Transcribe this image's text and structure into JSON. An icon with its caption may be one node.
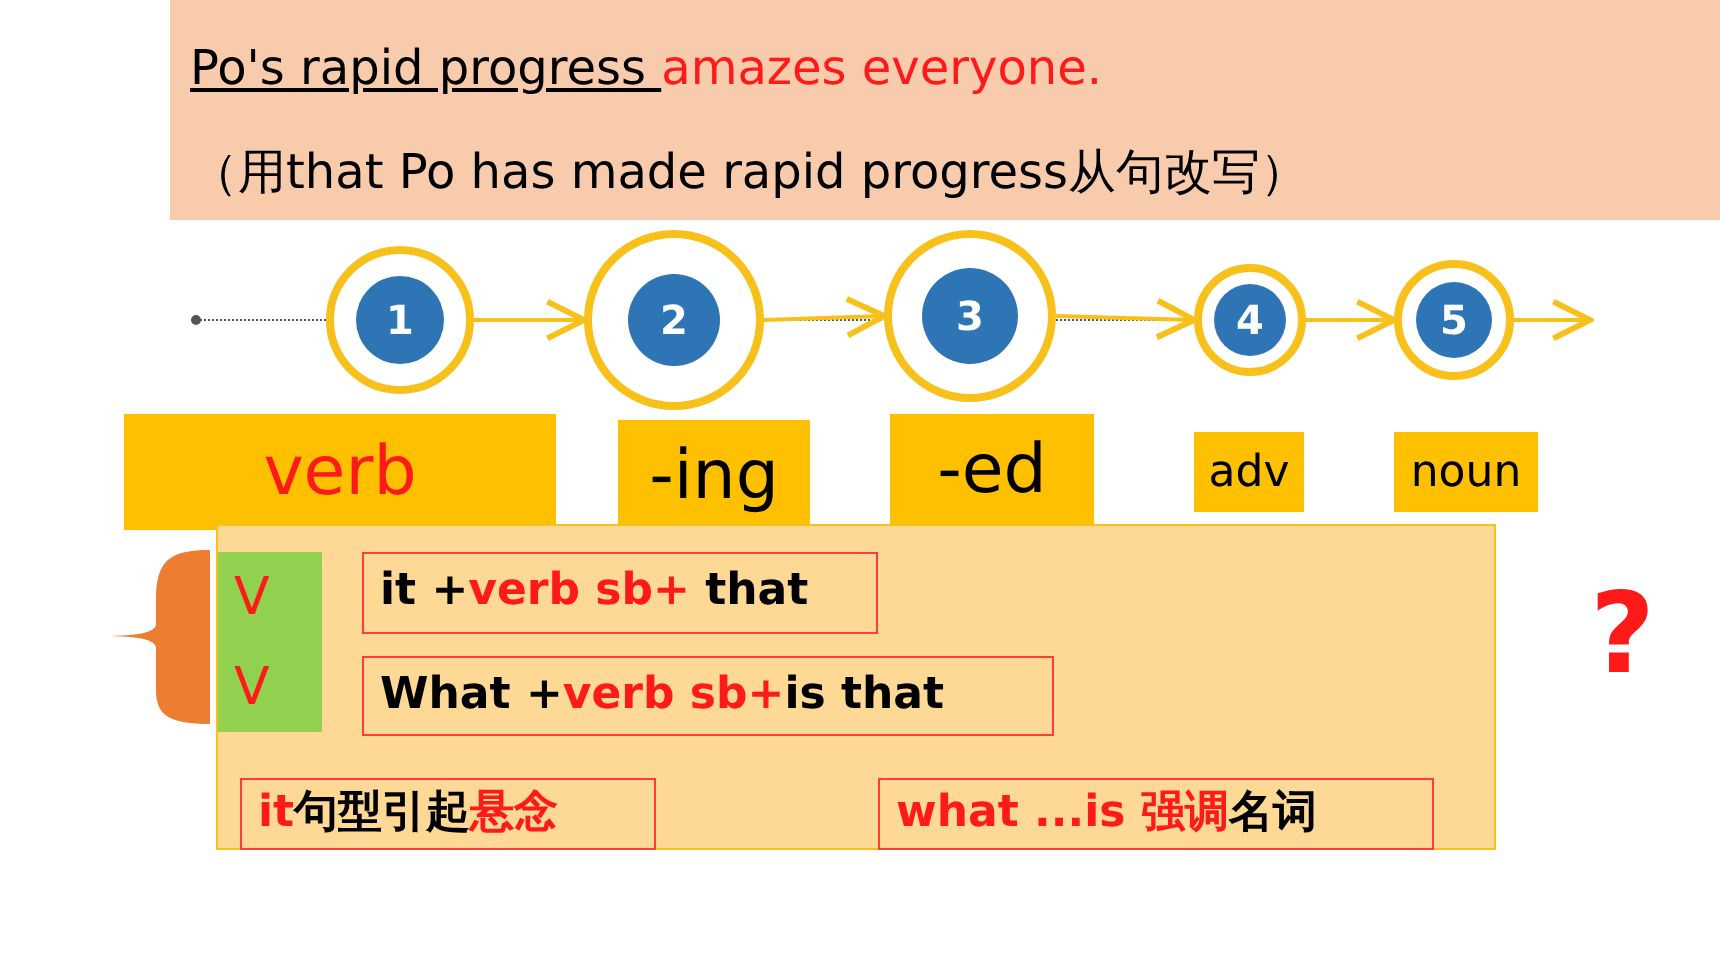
{
  "diagram": {
    "nodes": [
      {
        "text": [
          "1"
        ]
      },
      {
        "text": [
          "2"
        ]
      },
      {
        "text": [
          "3"
        ]
      },
      {
        "text": [
          "4"
        ]
      },
      {
        "text": [
          "5"
        ]
      },
      {
        "text": [
          "verb"
        ]
      },
      {
        "text": [
          "-ing"
        ]
      },
      {
        "text": [
          "-ed"
        ]
      },
      {
        "text": [
          "adv"
        ]
      },
      {
        "text": [
          "noun"
        ]
      },
      {
        "text": [],
        "shape": "box"
      },
      {
        "text": [
          "V"
        ],
        "in": 10
      },
      {
        "text": [
          "V"
        ],
        "in": 10
      },
      {
        "text": [
          "it +**verb sb+** that"
        ],
        "in": 10
      },
      {
        "text": [
          "What +**verb sb+**is that"
        ],
        "in": 10
      },
      {
        "text": [
          "**it**句型引起**悬念**"
        ],
        "in": 10
      },
      {
        "text": [
          "**what ...is 强调**名词"
        ],
        "in": 10
      },
      {
        "text": [],
        "shape": "brace"
      }
    ],
    "edges": [
      {
        "from": 0,
        "to": 1,
        "arrow": "to"
      },
      {
        "from": 1,
        "to": 2,
        "arrow": "to"
      },
      {
        "from": 2,
        "to": 3,
        "arrow": "to"
      },
      {
        "from": 3,
        "to": 4,
        "arrow": "to"
      },
      {
        "from": 4,
        "to": null,
        "arrow": "to"
      }
    ],
    "labels": [
      "Po's rapid progress **amazes everyone.**",
      "（用that Po has made rapid progress从句改写）",
      "?"
    ]
  }
}
